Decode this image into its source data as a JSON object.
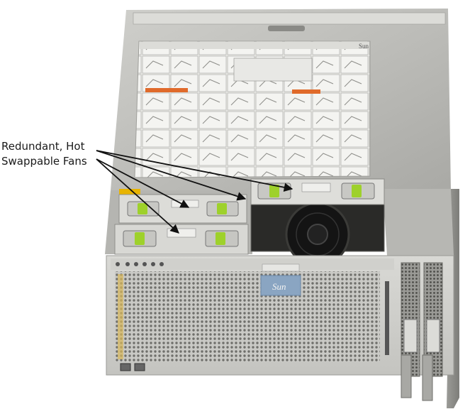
{
  "callout": {
    "line1": "Redundant, Hot",
    "line2": "Swappable Fans"
  },
  "labels": {
    "brand_logo_top": "Sun",
    "brand_logo_front": "Sun"
  },
  "colors": {
    "chassis_light": "#d4d4d0",
    "chassis_mid": "#b8b8b4",
    "chassis_dark": "#8e8e8a",
    "fan_latch_green": "#9ed12b",
    "label_panel": "#e9e9e6",
    "warning_band": "#e8b400",
    "fan_blade_black": "#141414",
    "callout_text": "#1a1a1a"
  }
}
